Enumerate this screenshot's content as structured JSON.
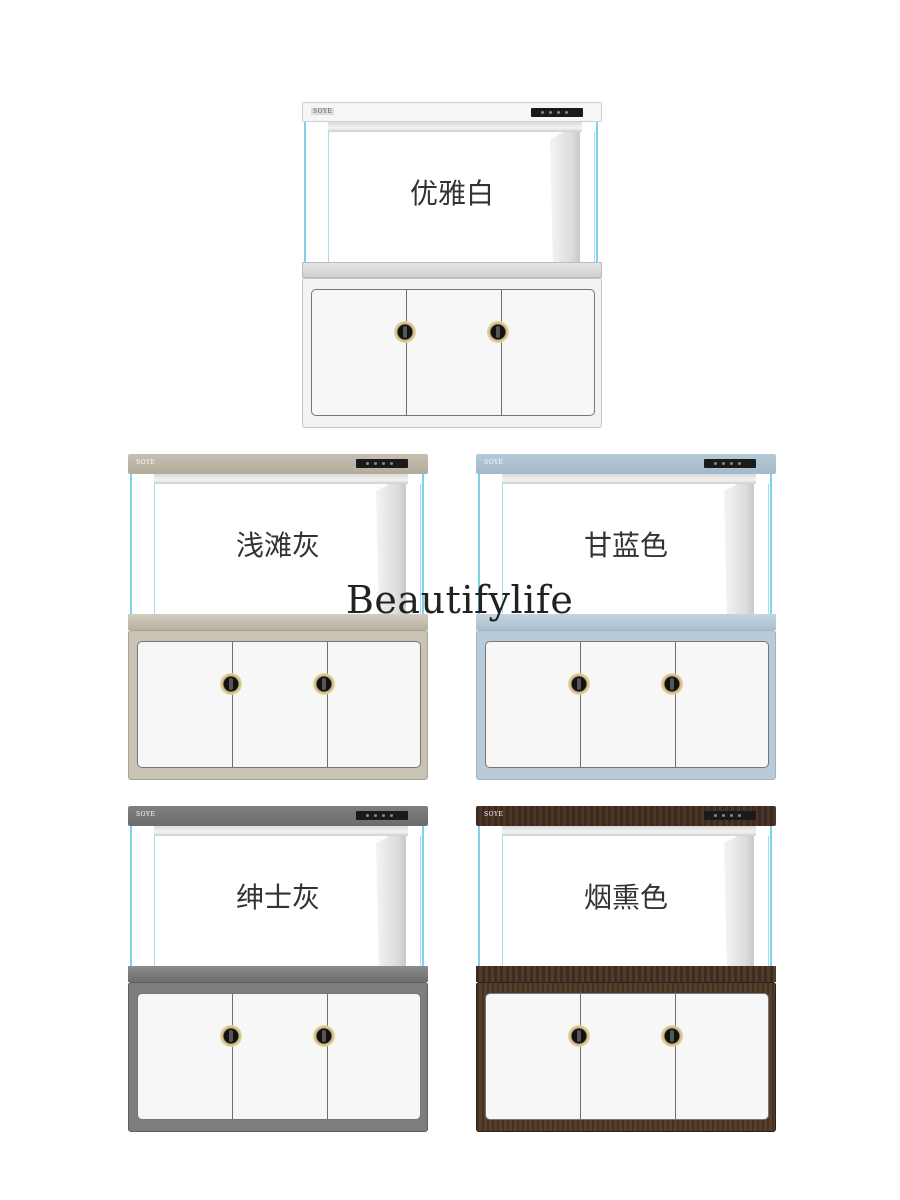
{
  "watermark": "Beautifylife",
  "tanks": [
    {
      "label": "优雅白",
      "brand": "SOYE",
      "frame_color": "#f2f2f2",
      "lid_color": "#f4f4f4"
    },
    {
      "label": "浅滩灰",
      "brand": "SOYE",
      "frame_color": "#c9c3b6",
      "lid_color": "#bdb6a7"
    },
    {
      "label": "甘蓝色",
      "brand": "SOYE",
      "frame_color": "#b9cbd8",
      "lid_color": "#aac0d0"
    },
    {
      "label": "绅士灰",
      "brand": "SOYE",
      "frame_color": "#7d7d7d",
      "lid_color": "#7a7a7a"
    },
    {
      "label": "烟熏色",
      "brand": "SOYE",
      "frame_color": "#4a3526",
      "lid_color": "#3b2a1f"
    }
  ]
}
